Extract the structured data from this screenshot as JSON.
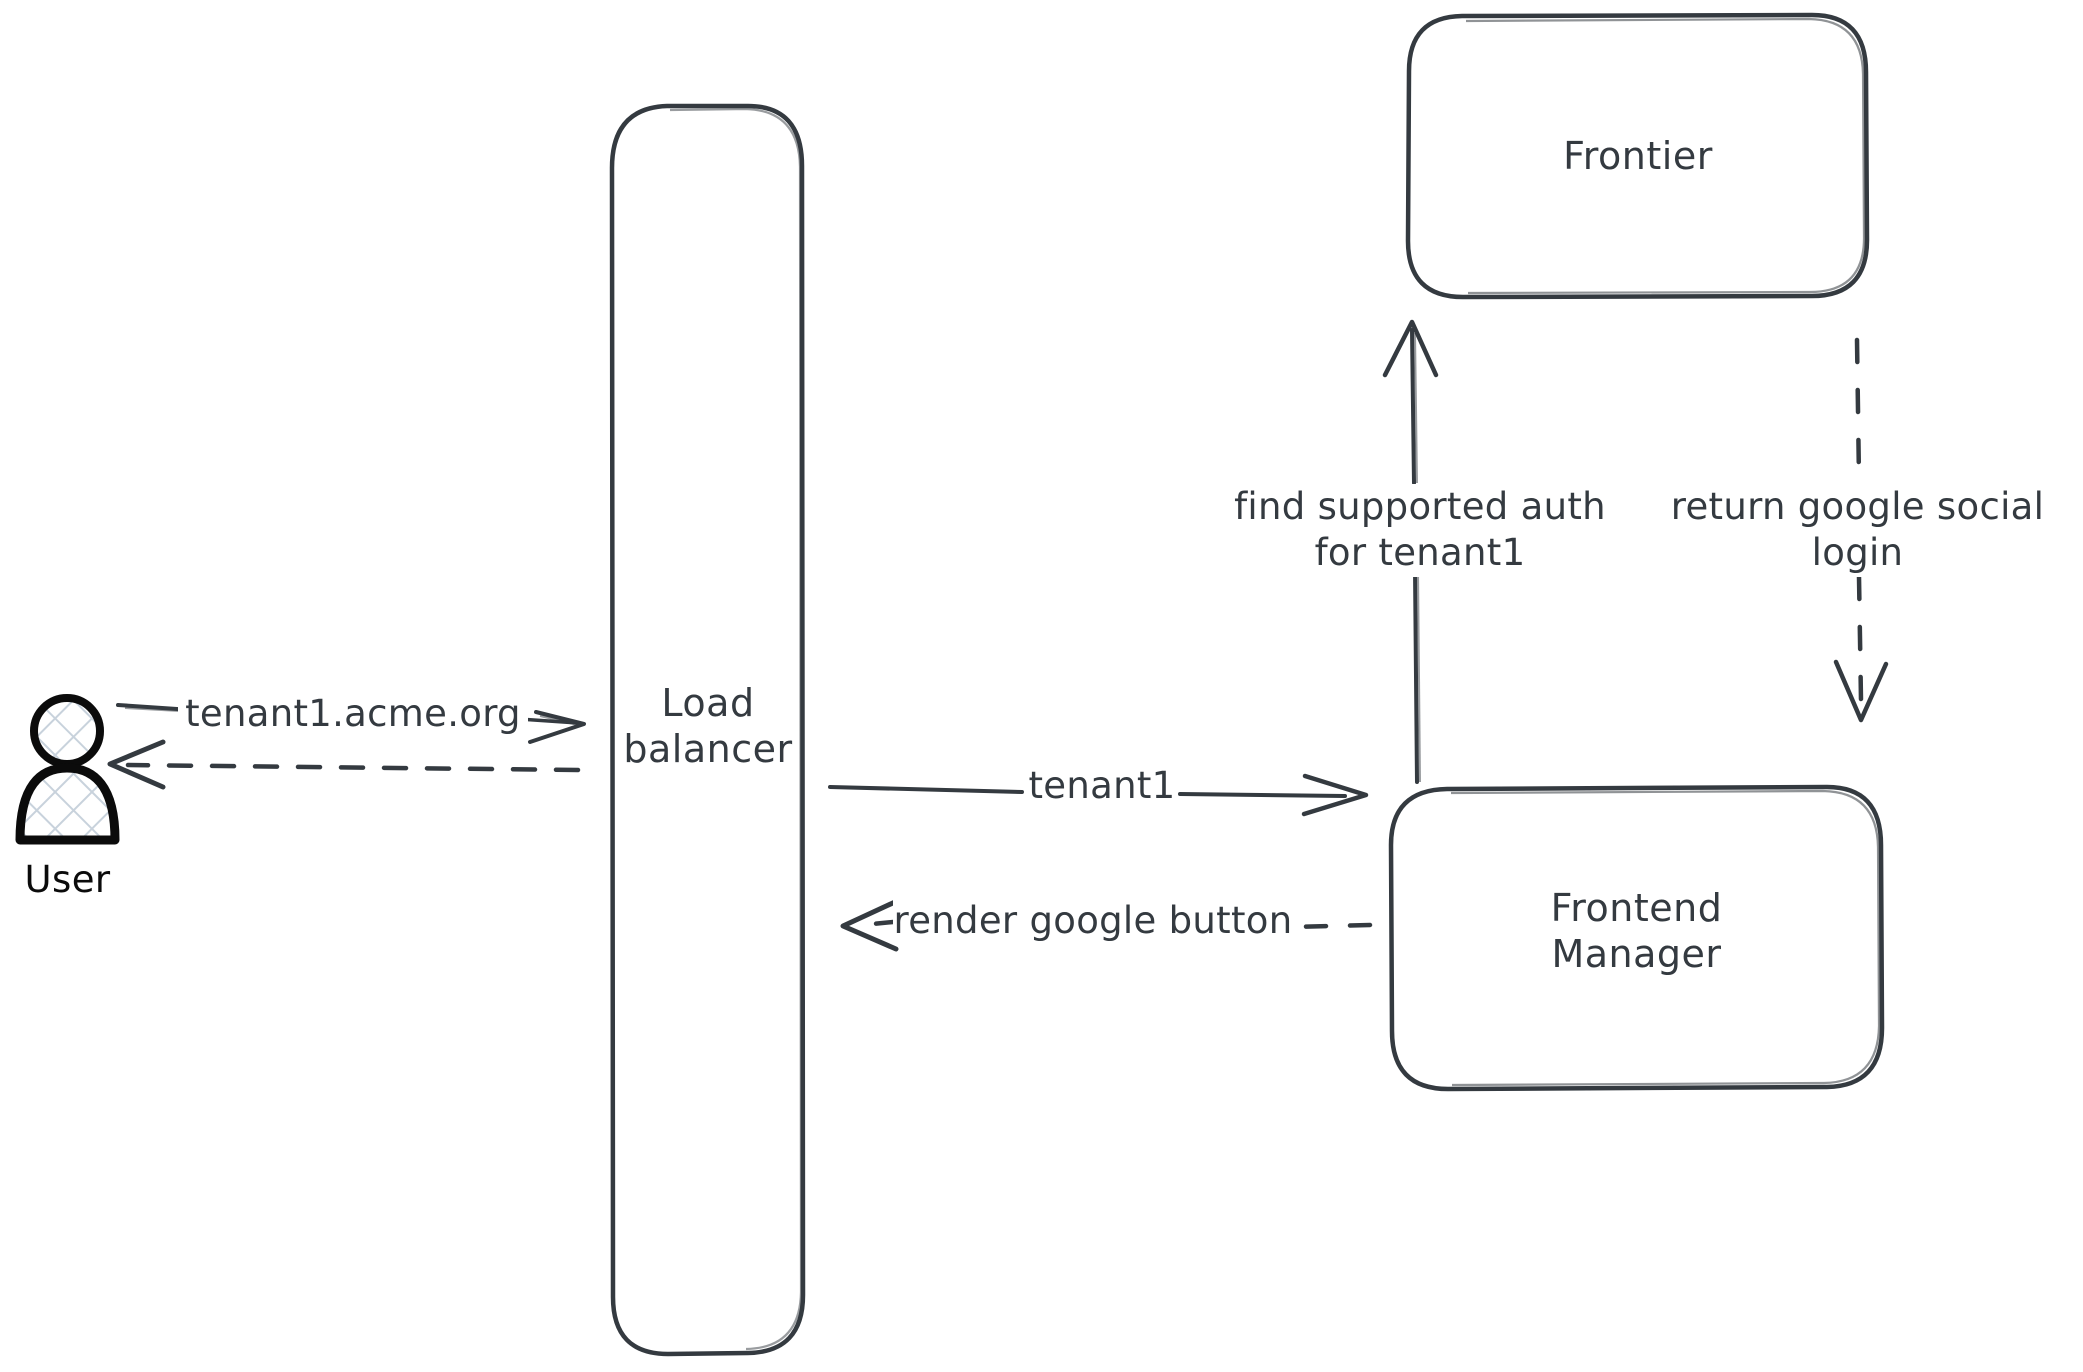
{
  "diagram": {
    "type": "architecture-flow",
    "background_color": "#ffffff",
    "stroke_color": "#343a40",
    "actor_stroke_color": "#0b0b0b",
    "actor_fill_pattern_color": "#c8d2dc",
    "style": "hand-drawn"
  },
  "actors": [
    {
      "id": "user",
      "label": "User",
      "icon": "user-actor-icon"
    }
  ],
  "nodes": [
    {
      "id": "load-balancer",
      "label": "Load\nbalancer",
      "shape": "rounded-rectangle"
    },
    {
      "id": "frontier",
      "label": "Frontier",
      "shape": "rounded-rectangle"
    },
    {
      "id": "frontend-manager",
      "label": "Frontend\nManager",
      "shape": "rounded-rectangle"
    }
  ],
  "edges": [
    {
      "id": "user-to-lb",
      "label": "tenant1.acme.org",
      "from": "user",
      "to": "load-balancer",
      "style": "solid",
      "direction": "right"
    },
    {
      "id": "lb-to-user",
      "label": "",
      "from": "load-balancer",
      "to": "user",
      "style": "dashed",
      "direction": "left"
    },
    {
      "id": "lb-to-fm",
      "label": "tenant1",
      "from": "load-balancer",
      "to": "frontend-manager",
      "style": "solid",
      "direction": "right"
    },
    {
      "id": "fm-to-lb",
      "label": "render google button",
      "from": "frontend-manager",
      "to": "load-balancer",
      "style": "dashed",
      "direction": "left"
    },
    {
      "id": "fm-to-frontier",
      "label": "find supported auth\nfor tenant1",
      "from": "frontend-manager",
      "to": "frontier",
      "style": "solid",
      "direction": "up"
    },
    {
      "id": "frontier-to-fm",
      "label": "return google social\nlogin",
      "from": "frontier",
      "to": "frontend-manager",
      "style": "dashed",
      "direction": "down"
    }
  ]
}
